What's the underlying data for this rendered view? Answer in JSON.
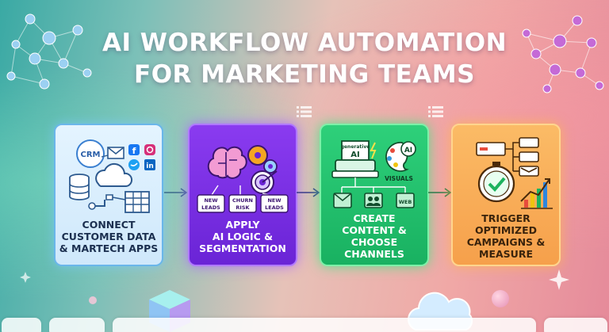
{
  "title": {
    "line1": "AI WORKFLOW AUTOMATION",
    "line2": "FOR MARKETING TEAMS"
  },
  "steps": [
    {
      "label_lines": [
        "CONNECT",
        "CUSTOMER DATA",
        "& MARTECH APPS"
      ],
      "icon_labels": {
        "crm": "CRM"
      },
      "icons": [
        "crm-bubble-icon",
        "email-icon",
        "facebook-icon",
        "instagram-icon",
        "twitter-icon",
        "linkedin-icon",
        "cloud-icon",
        "database-icon",
        "spreadsheet-icon",
        "plug-icon"
      ]
    },
    {
      "label_lines": [
        "APPLY",
        "AI LOGIC &",
        "SEGMENTATION"
      ],
      "tags": [
        [
          "NEW",
          "LEADS"
        ],
        [
          "CHURN",
          "RISK"
        ],
        [
          "NEW",
          "LEADS"
        ]
      ],
      "icons": [
        "brain-icon",
        "gears-icon",
        "target-icon"
      ]
    },
    {
      "label_lines": [
        "CREATE",
        "CONTENT &",
        "CHOOSE",
        "CHANNELS"
      ],
      "icon_labels": {
        "generative_line1": "generative",
        "generative_line2": "AI",
        "ai_badge": "AI",
        "visuals": "VISUALS",
        "web": "WEB"
      },
      "icons": [
        "typewriter-icon",
        "palette-icon",
        "email-icon",
        "users-icon",
        "web-icon"
      ]
    },
    {
      "label_lines": [
        "TRIGGER",
        "OPTIMIZED",
        "CAMPAIGNS &",
        "MEASURE"
      ],
      "icons": [
        "flowchart-icon",
        "stopwatch-check-icon",
        "growth-chart-icon"
      ]
    }
  ],
  "colors": {
    "card1_border": "#6ab6ea",
    "card2_fill": "#7a2fe6",
    "card3_fill": "#22c16d",
    "card4_fill": "#f8ad57",
    "arrow": "#3a6b8a"
  }
}
